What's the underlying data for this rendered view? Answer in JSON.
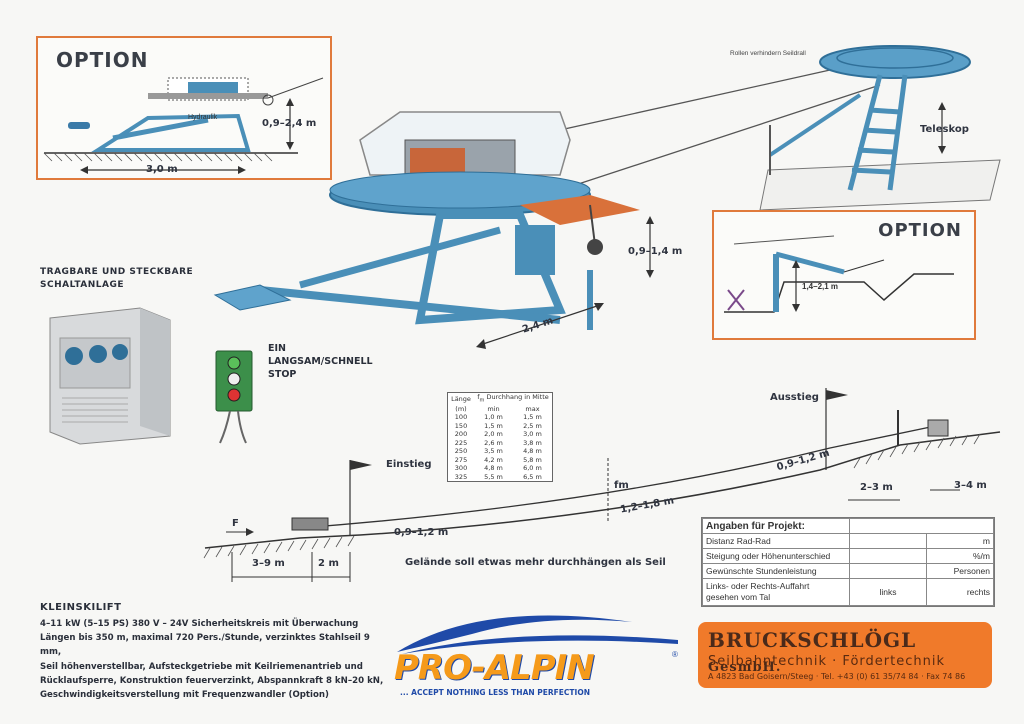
{
  "option_left": {
    "title": "OPTION",
    "hydraulik": "Hydraulik",
    "height": "0,9–2,4 m",
    "length": "3,0 m"
  },
  "top_right": {
    "rollen_note": "Rollen verhindern Seildrall",
    "teleskop": "Teleskop"
  },
  "main": {
    "height": "0,9–1,4 m",
    "width": "2,4 m"
  },
  "option_right": {
    "title": "OPTION",
    "height": "1,4–2,1 m"
  },
  "schaltanlage": {
    "title_line1": "TRAGBARE UND STECKBARE",
    "title_line2": "SCHALTANLAGE"
  },
  "control_labels": {
    "ein": "EIN",
    "langsam": "LANGSAM/SCHNELL",
    "stop": "STOP"
  },
  "sag_table": {
    "headers": [
      "Länge",
      "f",
      "Durchhang in Mitte"
    ],
    "subheaders": [
      "(m)",
      "min",
      "max"
    ],
    "rows": [
      [
        "100",
        "1,0 m",
        "1,5 m"
      ],
      [
        "150",
        "1,5 m",
        "2,5 m"
      ],
      [
        "200",
        "2,0 m",
        "3,0 m"
      ],
      [
        "225",
        "2,6 m",
        "3,8 m"
      ],
      [
        "250",
        "3,5 m",
        "4,8 m"
      ],
      [
        "275",
        "4,2 m",
        "5,8 m"
      ],
      [
        "300",
        "4,8 m",
        "6,0 m"
      ],
      [
        "325",
        "5,5 m",
        "6,5 m"
      ]
    ]
  },
  "profile": {
    "einstieg": "Einstieg",
    "ausstieg": "Ausstieg",
    "f": "F",
    "d1": "3–9 m",
    "d2": "2 m",
    "d3": "0,9–1,2 m",
    "fm": "fm",
    "d4": "1,2–1,8 m",
    "d5": "0,9–1,2 m",
    "d6": "2–3 m",
    "d7": "3–4 m",
    "note": "Gelände soll etwas mehr durchhängen als Seil"
  },
  "project": {
    "title": "Angaben für Projekt:",
    "rows": [
      {
        "label": "Distanz Rad-Rad",
        "unit": "m"
      },
      {
        "label": "Steigung oder Höhenunterschied",
        "unit": "%/m"
      },
      {
        "label": "Gewünschte Stundenleistung",
        "unit": "Personen"
      }
    ],
    "last_label_1": "Links- oder Rechts-Auffahrt",
    "last_label_2": "gesehen vom Tal",
    "links": "links",
    "rechts": "rechts"
  },
  "kleinskilift": {
    "title": "KLEINSKILIFT",
    "lines": [
      "4–11 kW (5–15 PS) 380 V – 24V Sicherheitskreis mit Überwachung",
      "Längen bis 350 m, maximal 720 Pers./Stunde, verzinktes Stahlseil 9 mm,",
      "Seil höhenverstellbar, Aufsteckgetriebe mit Keilriemenantrieb und",
      "Rücklaufsperre, Konstruktion feuerverzinkt, Abspannkraft 8 kN–20 kN,",
      "Geschwindigkeitsverstellung mit Frequenzwandler (Option)"
    ]
  },
  "logo": {
    "name": "PRO-ALPIN",
    "tagline": "... ACCEPT NOTHING LESS THAN PERFECTION"
  },
  "company": {
    "name": "BRUCKSCHLÖGL",
    "suffix": "GesmbH.",
    "services": "Seilbahntechnik · Fördertechnik",
    "address": "A 4823 Bad Goisern/Steeg · Tel. +43 (0) 61 35/74 84 · Fax 74 86"
  },
  "colors": {
    "accent_orange": "#e07a3c",
    "machine_blue": "#4a8fb8",
    "company_box": "#f07a2a",
    "logo_blue": "#1f4aa8",
    "logo_orange": "#f59a1a"
  }
}
